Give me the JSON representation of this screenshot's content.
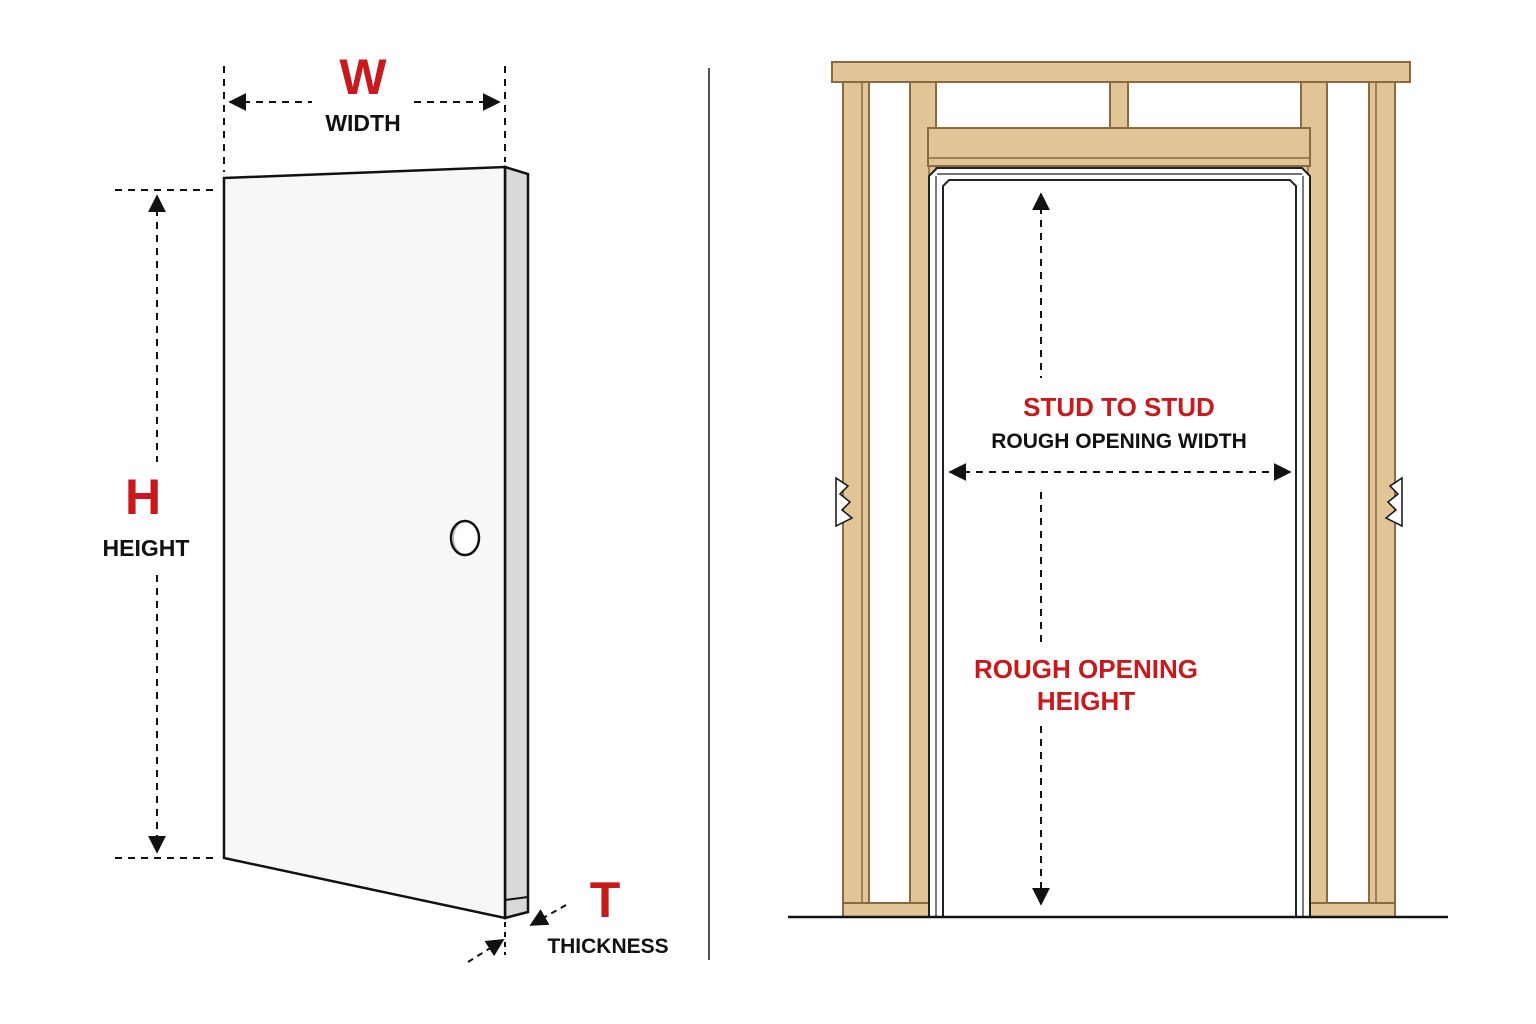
{
  "door_diagram": {
    "width": {
      "letter": "W",
      "label": "WIDTH"
    },
    "height": {
      "letter": "H",
      "label": "HEIGHT"
    },
    "thickness": {
      "letter": "T",
      "label": "THICKNESS"
    }
  },
  "frame_diagram": {
    "width_title": "STUD TO STUD",
    "width_label": "ROUGH OPENING WIDTH",
    "height_line1": "ROUGH OPENING",
    "height_line2": "HEIGHT"
  },
  "colors": {
    "accent_red": "#c8191c",
    "ink": "#111111",
    "lumber": "#e2c597",
    "lumber_edge": "#8a6a42",
    "divider": "#555555"
  }
}
